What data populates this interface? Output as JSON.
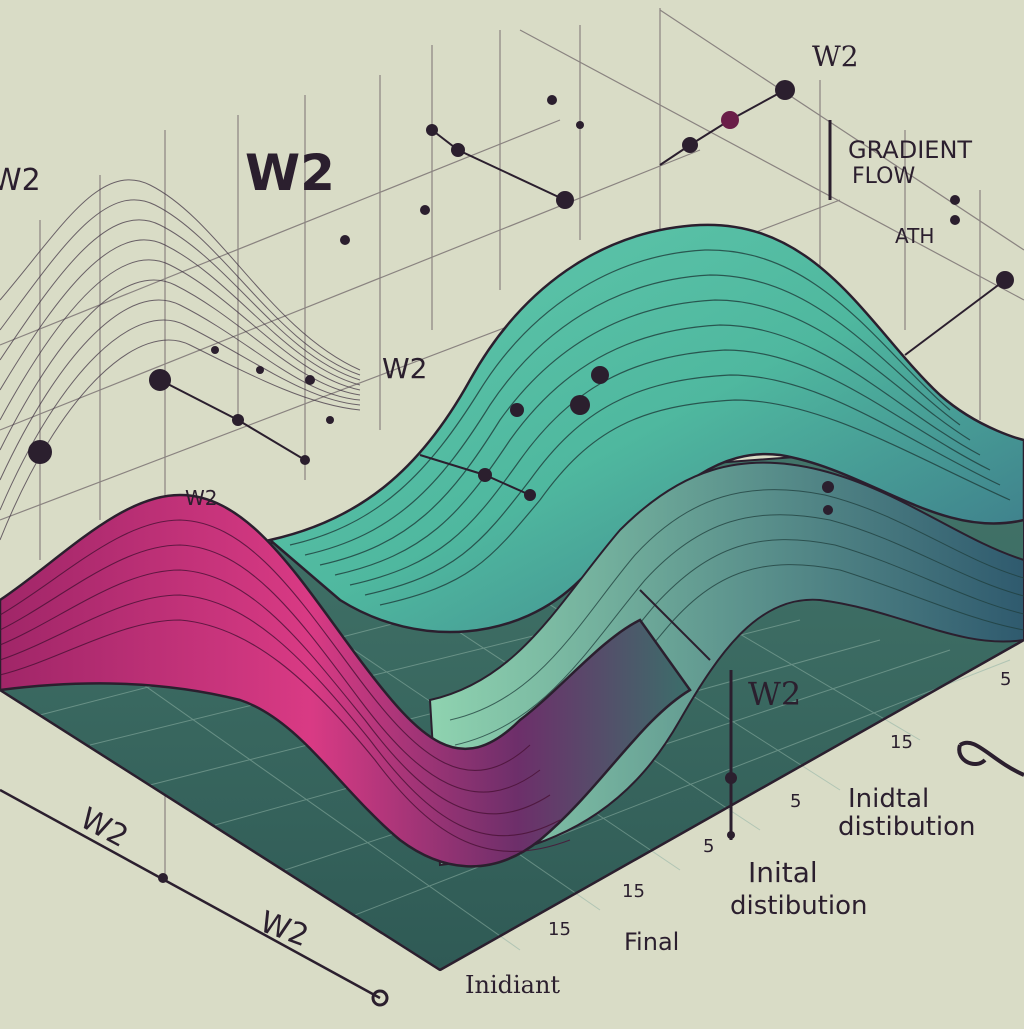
{
  "labels": {
    "w2_top_right": "W2",
    "w2_large": "W2",
    "w2_left_edge": "W2",
    "w2_mid": "W2",
    "w2_peak": "W2",
    "w2_right": "W2",
    "w2_axis_left": "W2",
    "w2_axis_bottom": "W2",
    "gradient_line1": "GRADIENT",
    "gradient_line2": "FLOW",
    "path_text": "ATH",
    "inidtal_line1": "Inidtal",
    "inidtal_line2": "distibution",
    "inital_line1": "Inital",
    "inital_line2": "distibution",
    "final_label": "Final",
    "inidiant_label": "Inidiant"
  },
  "ticks": {
    "t_5_right": "5",
    "t_15_right": "15",
    "t_5_mid": "5",
    "t_5_low": "5",
    "t_15_low": "15",
    "t_15_bottom": "15"
  },
  "colors": {
    "background": "#d9dcc6",
    "teal_surface": "#4fb89f",
    "magenta_surface": "#c8307a",
    "ink": "#2b1f2e",
    "floor": "#3f6f64"
  }
}
